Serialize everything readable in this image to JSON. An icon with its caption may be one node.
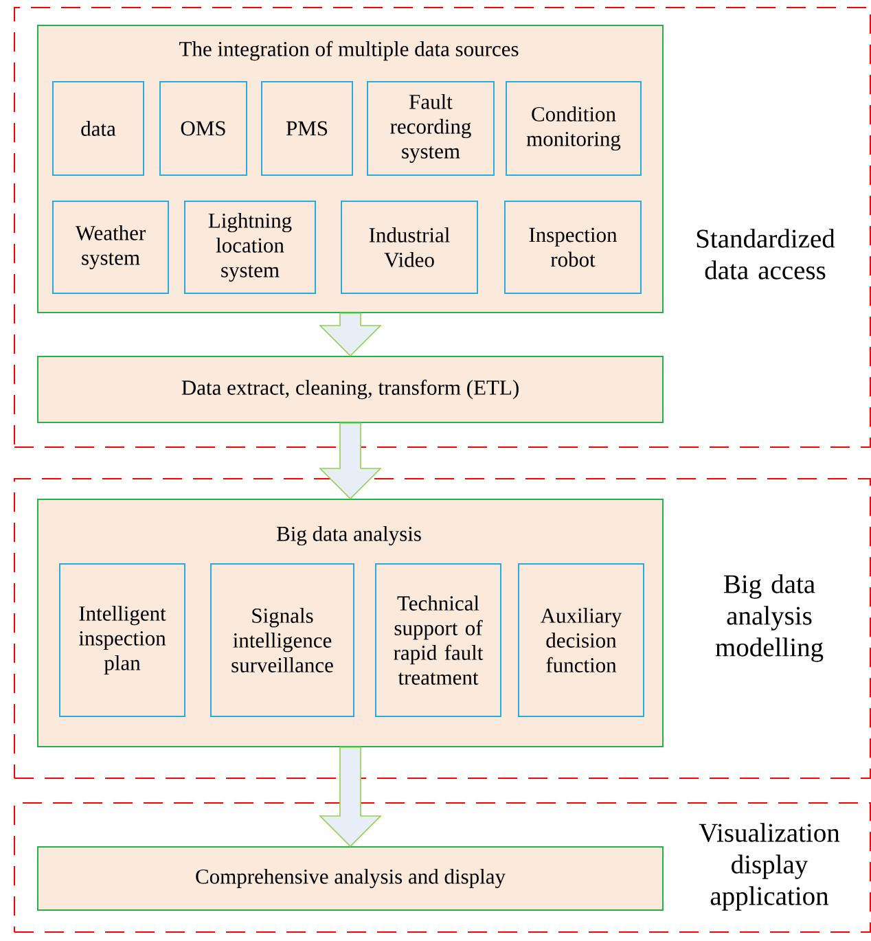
{
  "diagram": {
    "nodes": [
      {
        "text": [
          "Standardized data access"
        ]
      },
      {
        "text": [
          "The integration of multiple data sources"
        ],
        "in": 0
      },
      {
        "text": [
          "data"
        ],
        "in": 1
      },
      {
        "text": [
          "OMS"
        ],
        "in": 1
      },
      {
        "text": [
          "PMS"
        ],
        "in": 1
      },
      {
        "text": [
          "Fault recording system"
        ],
        "in": 1
      },
      {
        "text": [
          "Condition monitoring"
        ],
        "in": 1
      },
      {
        "text": [
          "Weather system"
        ],
        "in": 1
      },
      {
        "text": [
          "Lightning location system"
        ],
        "in": 1
      },
      {
        "text": [
          "Industrial Video"
        ],
        "in": 1
      },
      {
        "text": [
          "Inspection robot"
        ],
        "in": 1
      },
      {
        "text": [
          "Data extract, cleaning, transform (ETL)"
        ],
        "in": 0
      },
      {
        "text": [
          "Big data analysis modelling"
        ]
      },
      {
        "text": [
          "Big data analysis"
        ],
        "in": 12
      },
      {
        "text": [
          "Intelligent inspection plan"
        ],
        "in": 13
      },
      {
        "text": [
          "Signals intelligence surveillance"
        ],
        "in": 13
      },
      {
        "text": [
          "Technical support of rapid fault treatment"
        ],
        "in": 13
      },
      {
        "text": [
          "Auxiliary decision function"
        ],
        "in": 13
      },
      {
        "text": [
          "Visualization display application"
        ]
      },
      {
        "text": [
          "Comprehensive analysis and display"
        ],
        "in": 18
      }
    ],
    "edges": [
      {
        "from": 1,
        "to": 11,
        "arrow": "to"
      },
      {
        "from": 11,
        "to": 13,
        "arrow": "to"
      },
      {
        "from": 13,
        "to": 19,
        "arrow": "to"
      }
    ]
  }
}
